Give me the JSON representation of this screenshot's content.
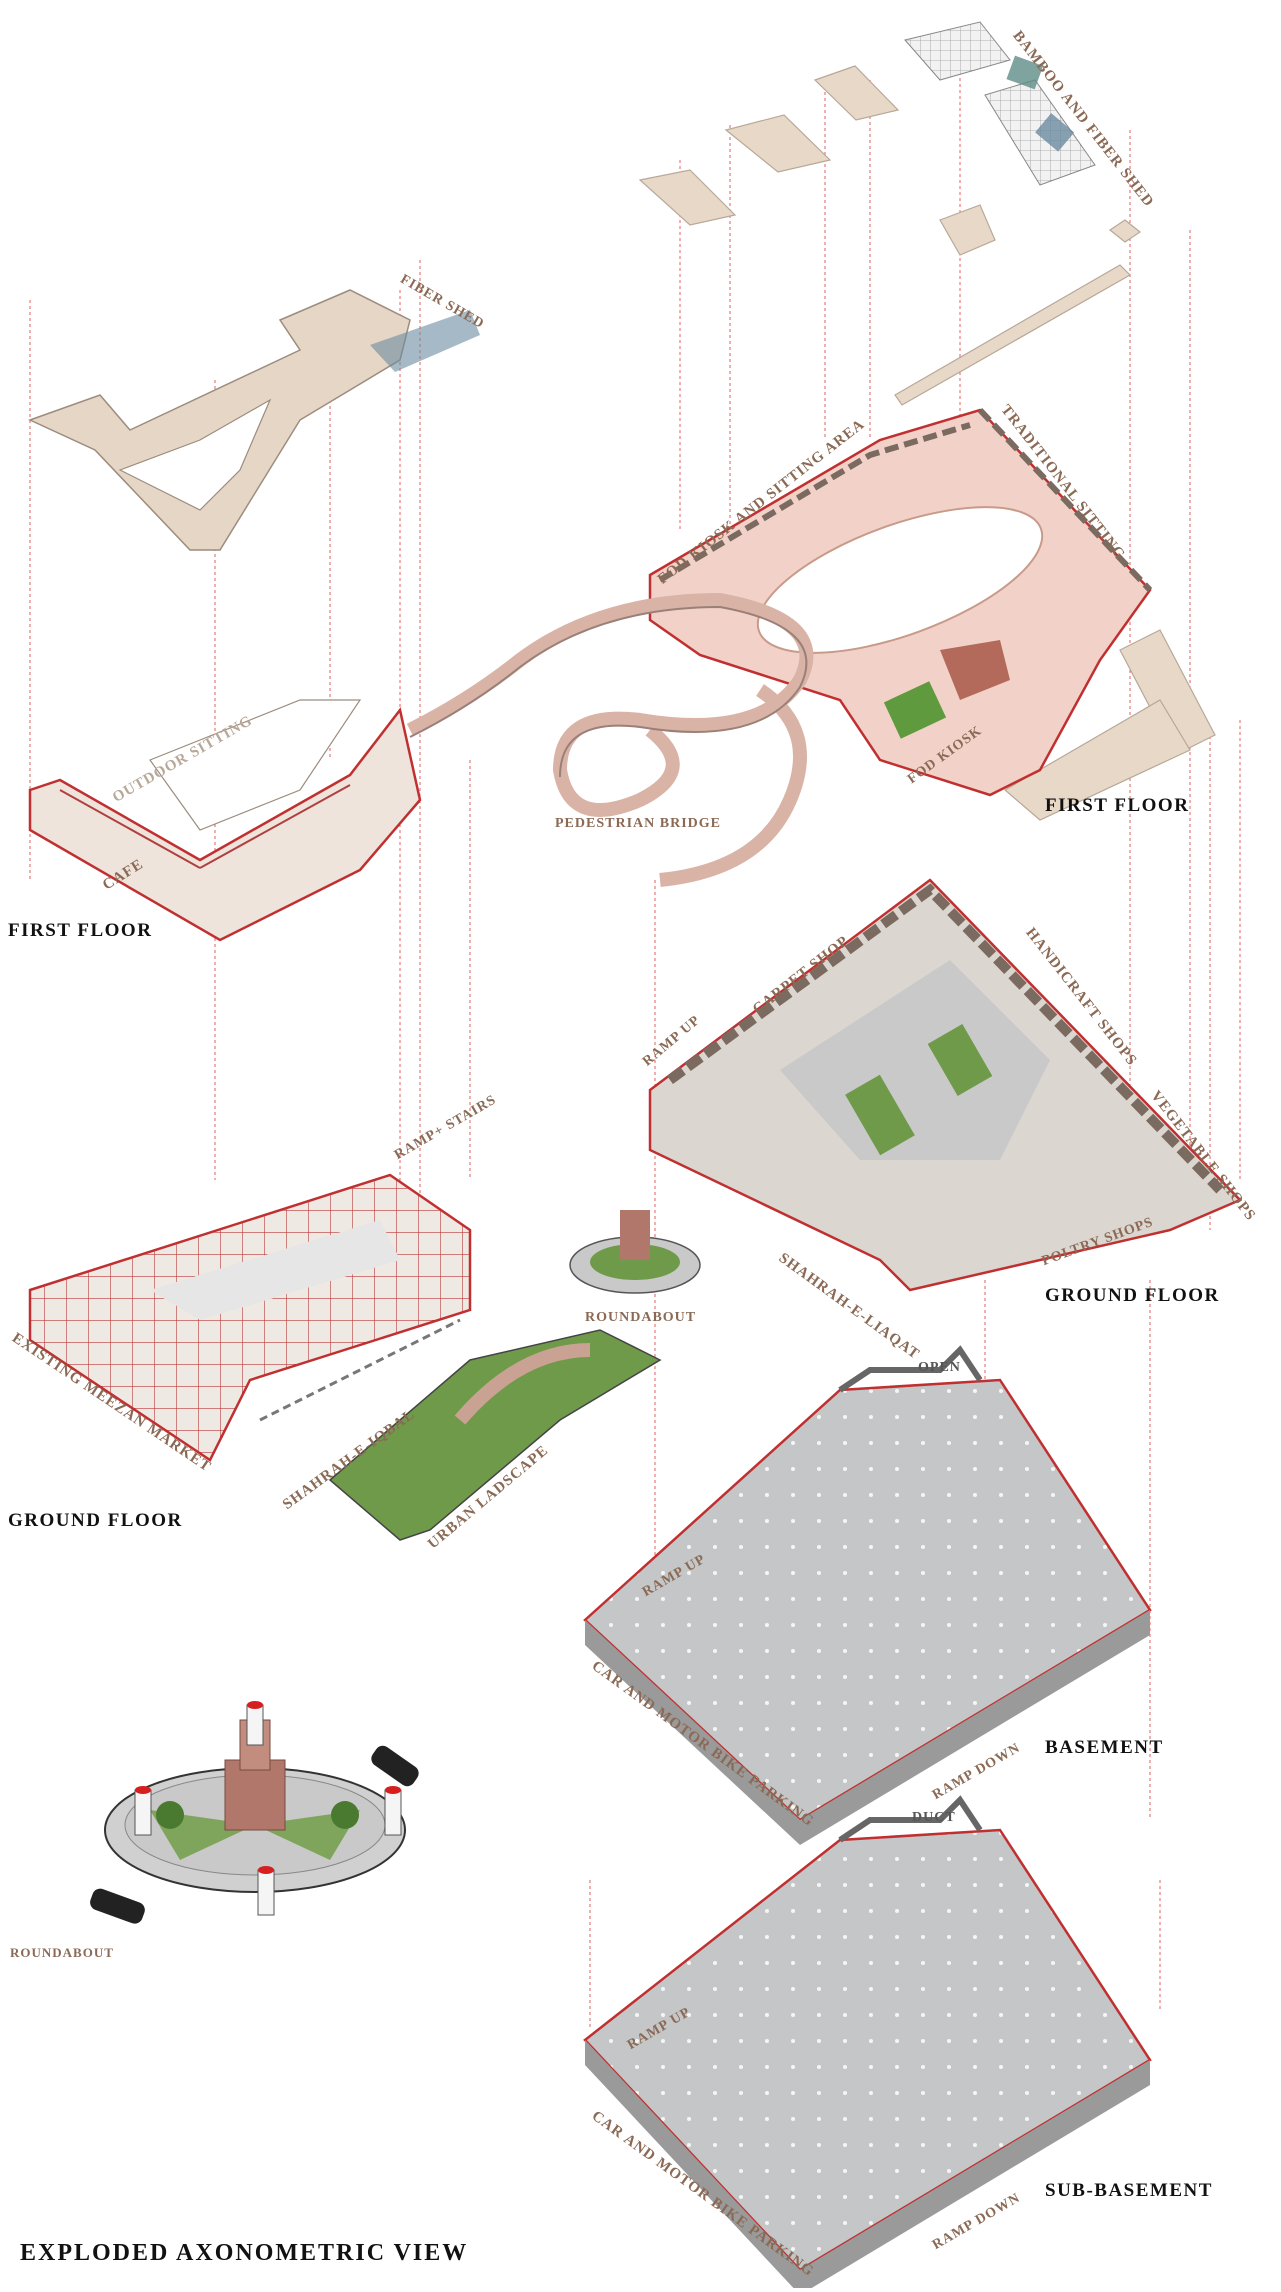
{
  "labels": {
    "bamboo_fiber_shed": "BAMBOO AND FIBER SHED",
    "fiber_shed": "FIBER SHED",
    "food_kiosk_sitting": "FOD KIOSK AND SITTING AREA",
    "traditional_sitting": "TRADITIONAL SITTING",
    "outdoor_sitting": "OUTDOOR SITTING",
    "cafe": "CAFE",
    "pedestrian_bridge": "PEDESTRIAN BRIDGE",
    "food_kiosk": "FOD KIOSK",
    "first_floor_right": "FIRST FLOOR",
    "first_floor_left": "FIRST FLOOR",
    "carpet_shop": "CARPET SHOP",
    "handicraft_shops": "HANDICRAFT SHOPS",
    "vegetable_shops": "VEGETABLE SHOPS",
    "poultry_shops": "POLTRY SHOPS",
    "ramp_up_ground": "RAMP UP",
    "ramp_stairs": "RAMP+ STAIRS",
    "roundabout_small": "ROUNDABOUT",
    "shahrah_liaqat": "SHAHRAH-E-LIAQAT",
    "ground_floor_right": "GROUND FLOOR",
    "existing_meezan": "EXISTING MEEZAN MARKET",
    "shahrah_iqbal": "SHAHRAH-E-IQBAL",
    "urban_landscape": "URBAN LADSCAPE",
    "ground_floor_left": "GROUND FLOOR",
    "open": "OPEN",
    "ramp_up_basement": "RAMP UP",
    "parking_basement": "CAR AND MOTOR BIKE PARKING",
    "ramp_down_basement": "RAMP DOWN",
    "basement": "BASEMENT",
    "roundabout_detail": "ROUNDABOUT",
    "duct": "DUCT",
    "ramp_up_sub": "RAMP UP",
    "parking_sub": "CAR AND MOTOR BIKE PARKING",
    "ramp_down_sub": "RAMP DOWN",
    "sub_basement": "SUB-BASEMENT"
  },
  "title": "EXPLODED AXONOMETRIC VIEW",
  "colors": {
    "label": "#8a6a55",
    "red_line": "#d62020",
    "floor_pink": "#f2d2c8",
    "roof_beige": "#e8d8c8",
    "concrete": "#c9cbcc",
    "grass": "#6f9a4a"
  }
}
